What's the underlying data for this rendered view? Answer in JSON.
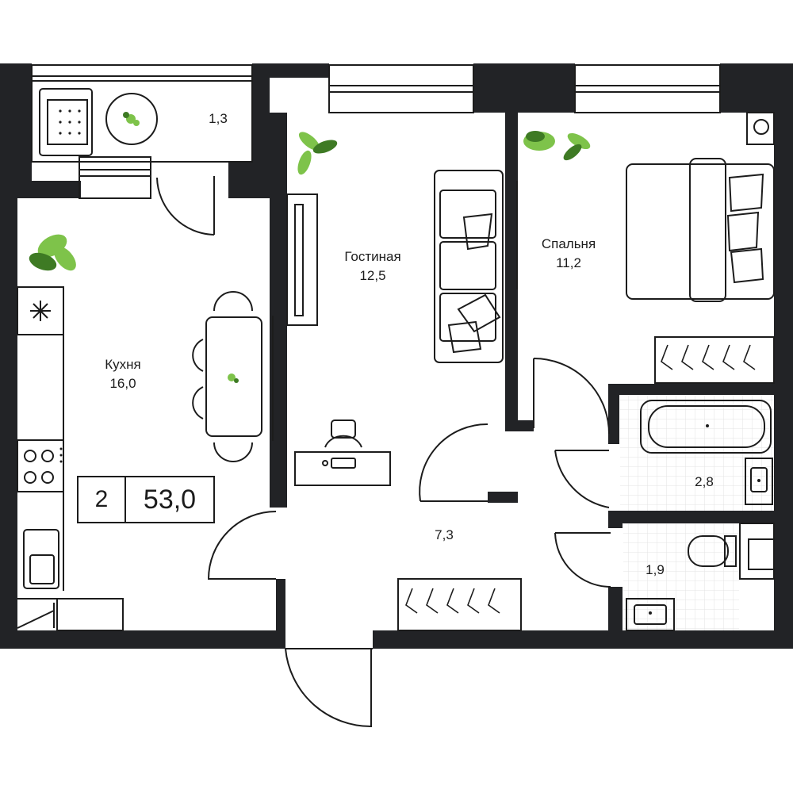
{
  "plan": {
    "badge": {
      "rooms": "2",
      "total_area": "53,0"
    },
    "rooms": [
      {
        "id": "balcony",
        "area": "1,3"
      },
      {
        "id": "kitchen",
        "name": "Кухня",
        "area": "16,0"
      },
      {
        "id": "living",
        "name": "Гостиная",
        "area": "12,5"
      },
      {
        "id": "bedroom",
        "name": "Спальня",
        "area": "11,2"
      },
      {
        "id": "hall",
        "area": "7,3"
      },
      {
        "id": "bathroom",
        "area": "2,8"
      },
      {
        "id": "wc",
        "area": "1,9"
      }
    ],
    "colors": {
      "wall": "#222326",
      "line": "#1c1c1c",
      "plant": "#7ec34a",
      "plant_dark": "#3e7a24",
      "tile": "#e3e3e3"
    }
  }
}
